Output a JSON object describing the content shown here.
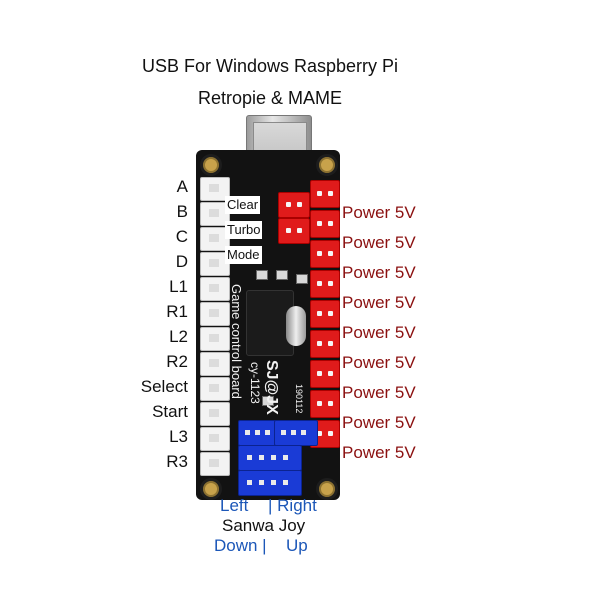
{
  "caption": {
    "line1": "USB For Windows Raspberry Pi",
    "line2": "Retropie & MAME"
  },
  "left_buttons": [
    "A",
    "B",
    "C",
    "D",
    "L1",
    "R1",
    "L2",
    "R2",
    "Select",
    "Start",
    "L3",
    "R3"
  ],
  "chip_labels": [
    "Clear",
    "Turbo",
    "Mode"
  ],
  "power_labels": [
    "Power 5V",
    "Power 5V",
    "Power 5V",
    "Power 5V",
    "Power 5V",
    "Power 5V",
    "Power 5V",
    "Power 5V",
    "Power 5V"
  ],
  "board": {
    "brand": "SJ@JX",
    "model": "cy-1123",
    "name": "Game control board",
    "date_code": "190112"
  },
  "joystick": {
    "left": "Left",
    "right": "| Right",
    "title": "Sanwa Joy",
    "down": "Down |",
    "up": "Up"
  },
  "colors": {
    "power_label": "#8b1010",
    "joystick_direction": "#1c57b8",
    "red_connector": "#e01b1b",
    "blue_connector": "#1a3bd6"
  }
}
